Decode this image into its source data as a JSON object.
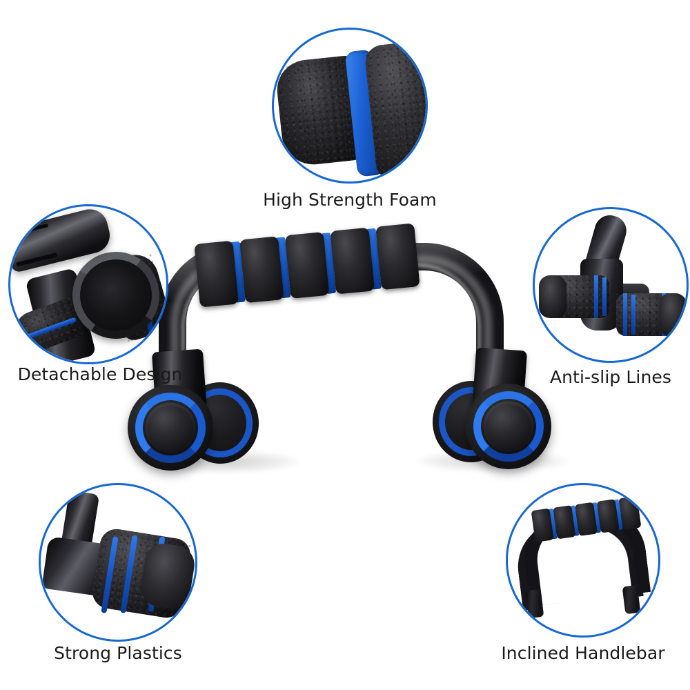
{
  "page": {
    "type": "product-feature-infographic",
    "background_color": "#ffffff",
    "product_name": "Push Up Bar Stand"
  },
  "theme": {
    "circle_stroke_color": "#1668d4",
    "accent_blue": "#1a5fd0",
    "foam_black": "#1a1a1c",
    "label_text_color": "#1a1a1a"
  },
  "callouts": [
    {
      "id": "high-strength-foam",
      "label": "High Strength Foam",
      "position": "top-center",
      "detail": "close-up of black foam grip segments separated by a blue band"
    },
    {
      "id": "detachable-design",
      "label": "Detachable Design",
      "position": "left",
      "detail": "close-up of the socket joint where the tube detaches"
    },
    {
      "id": "anti-slip-lines",
      "label": "Anti-slip Lines",
      "position": "right",
      "detail": "close-up of foam rollers with blue anti-slip rings"
    },
    {
      "id": "strong-plastics",
      "label": "Strong Plastics",
      "position": "bottom-left",
      "detail": "close-up of the molded plastic elbow and roller foot"
    },
    {
      "id": "inclined-handlebar",
      "label": "Inclined Handlebar",
      "position": "bottom-right",
      "detail": "close-up of the angled arch handlebar with foam grip"
    }
  ],
  "main_product": {
    "name": "push-up-bar-stand",
    "grip_segments": 5,
    "grip_blue_gaps": 4,
    "feet": 2
  }
}
